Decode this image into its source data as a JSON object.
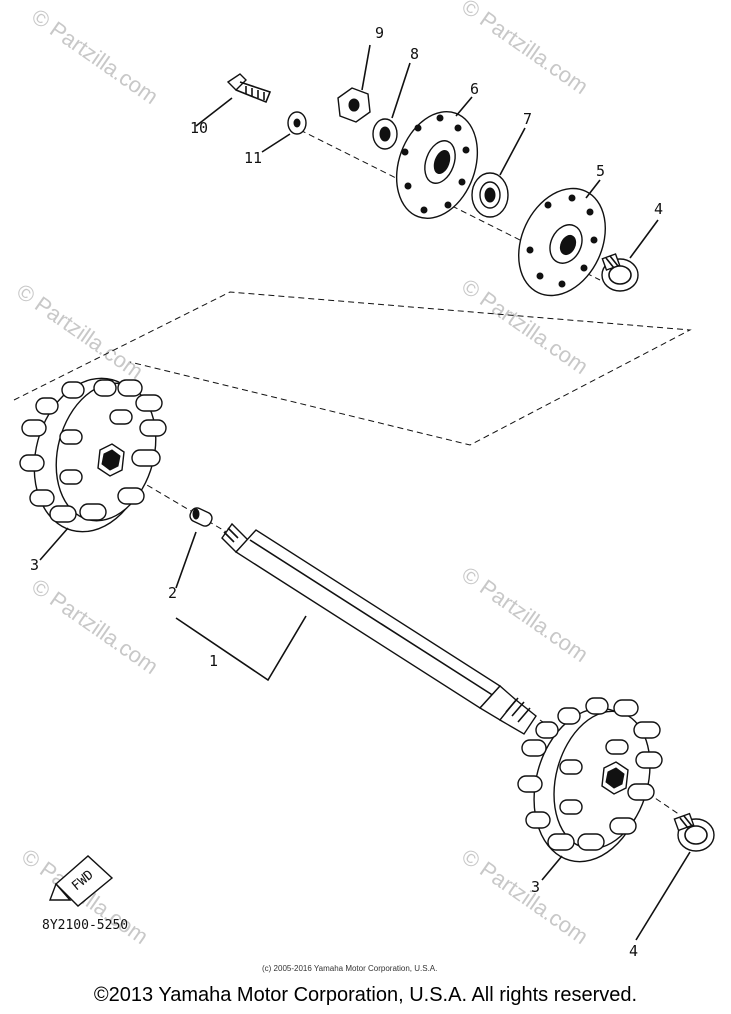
{
  "callouts": {
    "c1": "1",
    "c2": "2",
    "c3a": "3",
    "c3b": "3",
    "c4a": "4",
    "c4b": "4",
    "c5": "5",
    "c6": "6",
    "c7": "7",
    "c8": "8",
    "c9": "9",
    "c10": "10",
    "c11": "11"
  },
  "fwd_label": "FWD",
  "part_code": "8Y2100-5250",
  "small_copyright": "(c) 2005-2016 Yamaha Motor Corporation, U.S.A.",
  "copyright": "©2013 Yamaha Motor Corporation, U.S.A. All rights reserved.",
  "watermark": "© Partzilla.com"
}
